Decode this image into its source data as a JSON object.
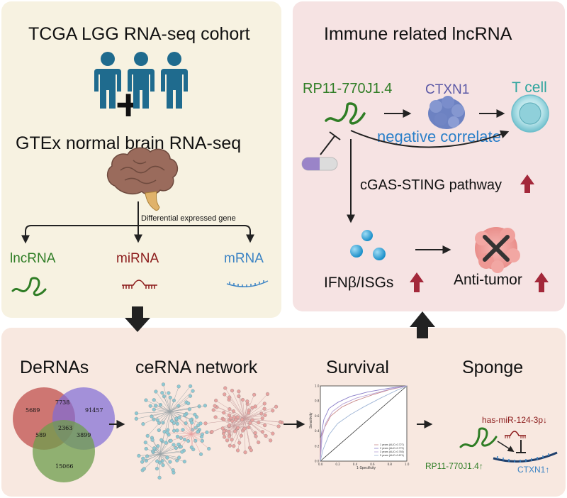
{
  "left_panel": {
    "title": "TCGA LGG RNA-seq cohort",
    "plus": "+",
    "subtitle": "GTEx normal brain RNA-seq",
    "deg_label": "Differential expressed gene",
    "lncrna": "lncRNA",
    "mirna": "miRNA",
    "mrna": "mRNA"
  },
  "right_panel": {
    "title": "Immune related lncRNA",
    "gene": "RP11-770J1.4",
    "ctxn1": "CTXN1",
    "tcell": "T cell",
    "neg_correlate": "negative correlate",
    "cgas": "cGAS-STING pathway",
    "ifn": "IFNβ/ISGs",
    "antitumor": "Anti-tumor"
  },
  "bottom_panel": {
    "derna_title": "DeRNAs",
    "cerna_title": "ceRNA network",
    "survival_title": "Survival",
    "sponge_title": "Sponge",
    "venn": {
      "red_only": "5689",
      "purple_only": "91457",
      "green_only": "15066",
      "red_purple": "7738",
      "red_green": "589",
      "purple_green": "3899",
      "center": "2363"
    },
    "roc": {
      "ylabel": "Sensitivity",
      "xlabel": "1-Specificity",
      "x_ticks": [
        "0.0",
        "0.2",
        "0.4",
        "0.6",
        "0.8",
        "1.0"
      ],
      "y_ticks": [
        "0.0",
        "0.2",
        "0.4",
        "0.6",
        "0.8",
        "1.0"
      ],
      "legend": [
        "1 years (AUC=0.727)",
        "2 years (AUC=0.770)",
        "3 years (AUC=0.765)",
        "5 years (AUC=0.674)"
      ],
      "colors": [
        "#c98a8a",
        "#8b7fc9",
        "#b7a0d4",
        "#9fb5d6"
      ]
    },
    "sponge": {
      "mirna": "has-miR-124-3p↓",
      "lnc": "RP11-770J1.4↑",
      "ctxn1": "CTXN1↑"
    }
  },
  "colors": {
    "lnc_green": "#2f7d25",
    "mirna_red": "#8b1a1a",
    "mrna_blue": "#3b83c4",
    "person_blue": "#1f6b8e",
    "neg_blue": "#2a7fc9",
    "ctxn1_purple": "#5b58a6",
    "tcell_teal": "#2fa59e",
    "up_arrow_red": "#a3283a"
  }
}
